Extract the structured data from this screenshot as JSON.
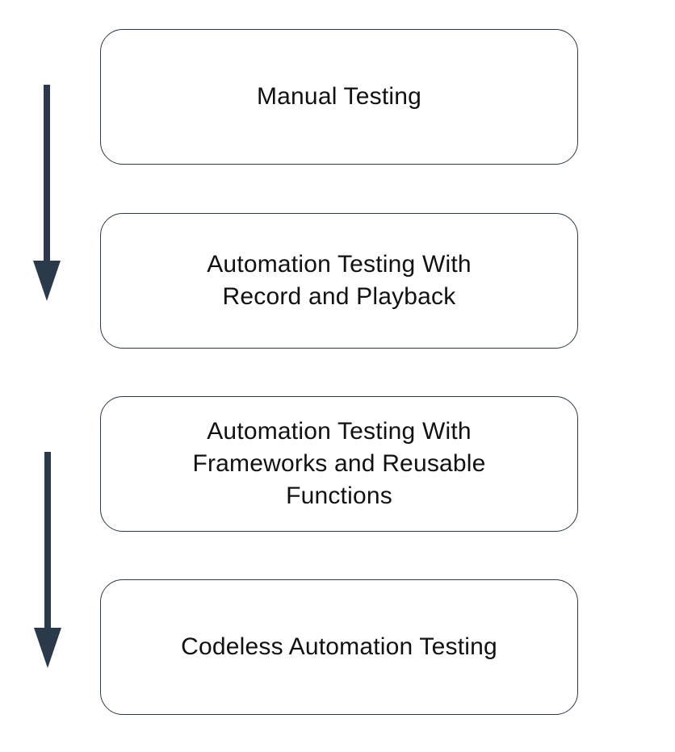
{
  "diagram": {
    "arrow_color": "#2b3a4a",
    "stages": [
      {
        "label": "Manual Testing"
      },
      {
        "label": "Automation Testing With\nRecord and Playback"
      },
      {
        "label": "Automation Testing With\nFrameworks and Reusable\nFunctions"
      },
      {
        "label": "Codeless Automation Testing"
      }
    ]
  }
}
